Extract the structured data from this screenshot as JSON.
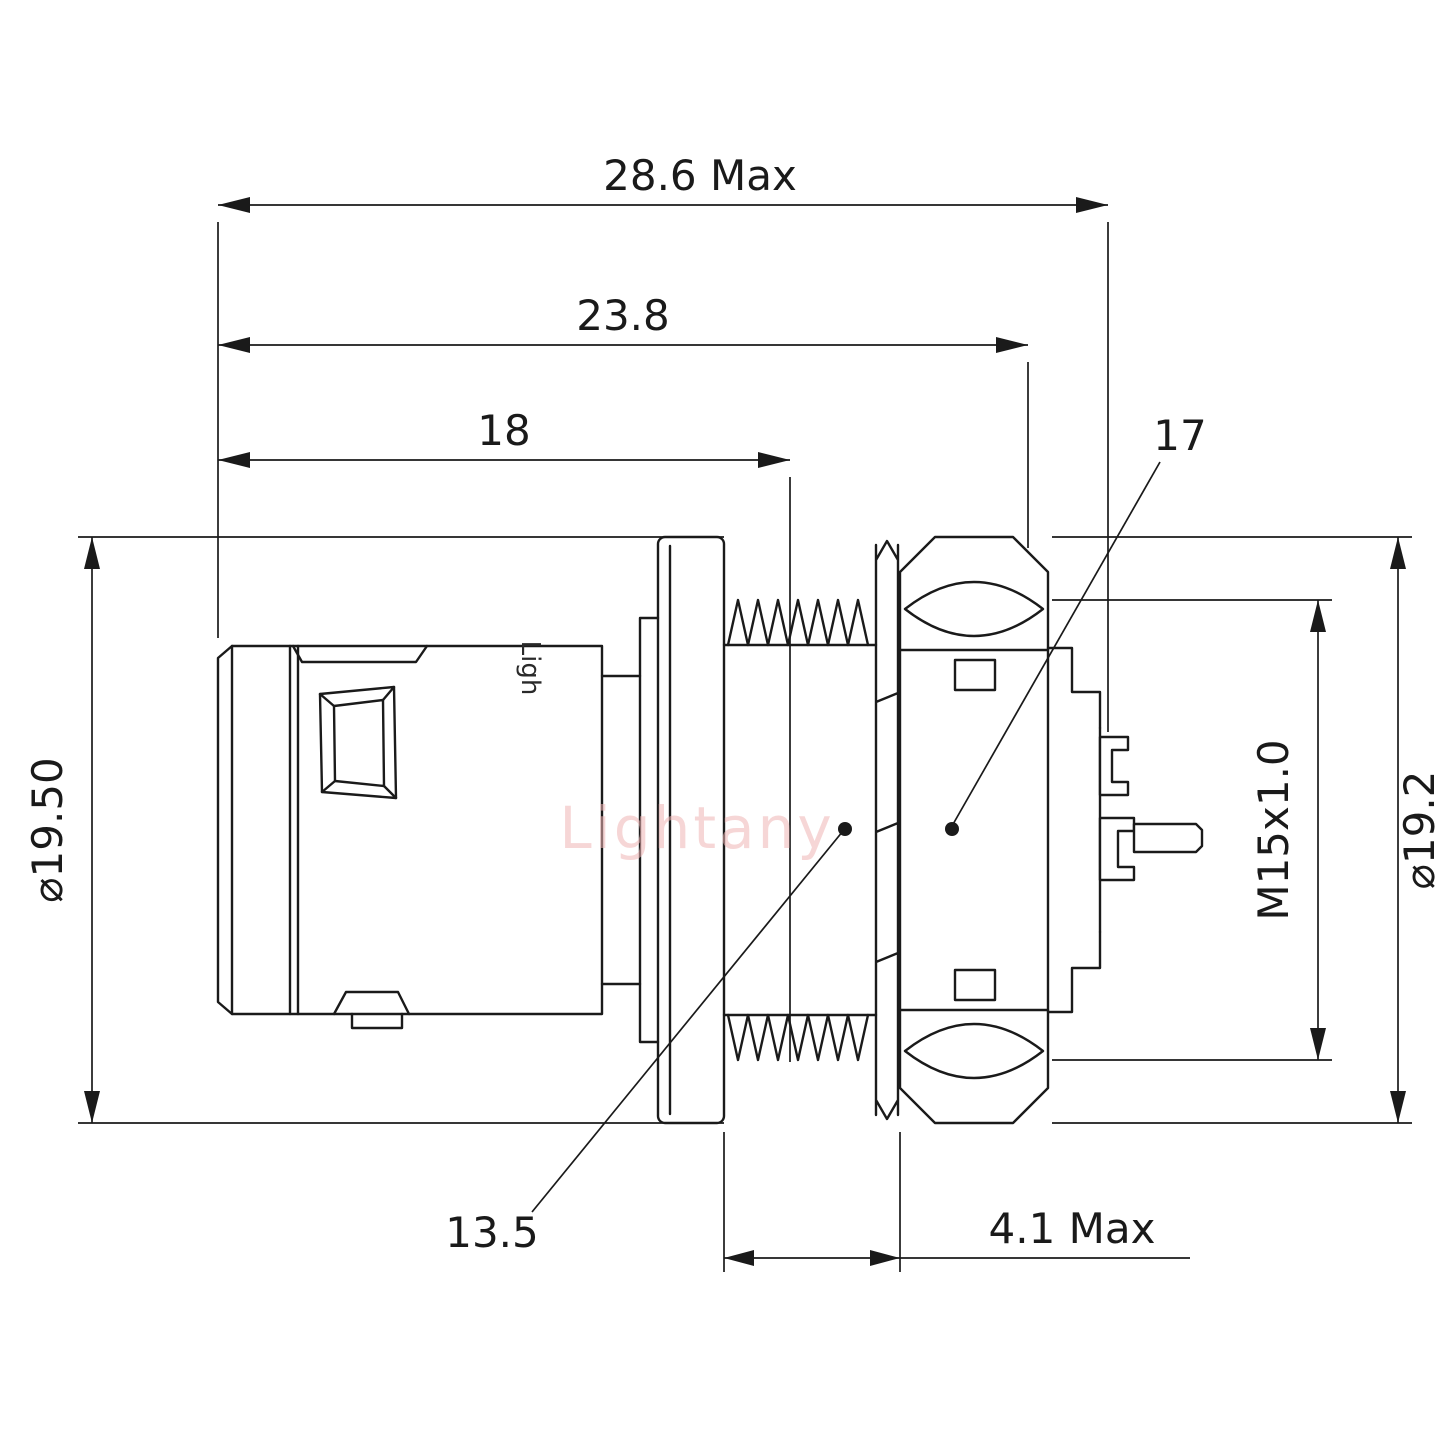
{
  "drawing": {
    "watermark": "Lightany",
    "body_mark": "Ligh",
    "colors": {
      "line": "#1a1a1a",
      "watermark": "#f0b6b6",
      "background": "#ffffff"
    },
    "dimensions": {
      "overall_length": "28.6 Max",
      "body_length": "23.8",
      "front_length": "18",
      "nut_ref": "17",
      "washer_ref": "13.5",
      "panel_max": "4.1 Max",
      "shell_diameter": "⌀19.50",
      "nut_diameter": "⌀19.2",
      "thread_spec": "M15x1.0"
    }
  }
}
